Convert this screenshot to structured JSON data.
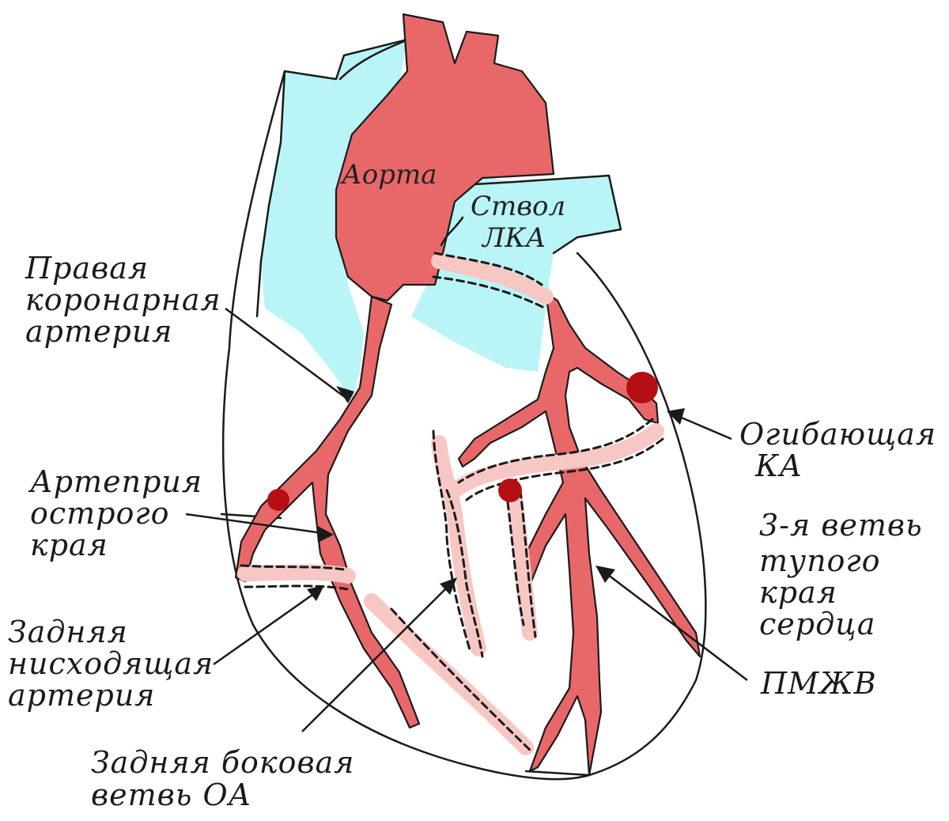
{
  "labels": {
    "aorta": "Аорта",
    "lca_trunk_line1": "Ствол",
    "lca_trunk_line2": "ЛКА",
    "rca_line1": "Правая",
    "rca_line2": "коронарная",
    "rca_line3": "артерия",
    "acute_marginal_line1": "Артеприя",
    "acute_marginal_line2": "острого",
    "acute_marginal_line3": "края",
    "pda_line1": "Задняя",
    "pda_line2": "нисходящая",
    "pda_line3": "артерия",
    "posterolateral_line1": "Задняя боковая",
    "posterolateral_line2": "ветвь ОА",
    "circumflex_line1": "Огибающая",
    "circumflex_line2": "КА",
    "obtuse_marginal_line1": "3-я ветвь",
    "obtuse_marginal_line2": "тупого",
    "obtuse_marginal_line3": "края",
    "obtuse_marginal_line4": "сердца",
    "lad": "ПМЖВ"
  },
  "colors": {
    "artery": "#e8686a",
    "vein": "#b9f5f7",
    "hidden_vessel": "#f7c7c4",
    "stenosis": "#b50f14",
    "outline": "#1a1a1a"
  }
}
